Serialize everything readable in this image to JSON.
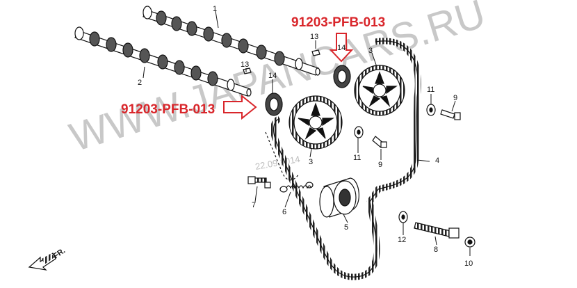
{
  "watermark": {
    "text": "WWW.JAPANCARS.RU",
    "date": "22.09.2014",
    "color": "#c8c8c8"
  },
  "callouts": [
    {
      "text": "91203-PFB-013",
      "color": "#d9262b"
    },
    {
      "text": "91203-PFB-013",
      "color": "#d9262b"
    }
  ],
  "arrow_labels": [
    "14",
    "14"
  ],
  "part_numbers": {
    "p1": "1",
    "p2": "2",
    "p3a": "3",
    "p3b": "3",
    "p4": "4",
    "p5": "5",
    "p6": "6",
    "p7": "7",
    "p8": "8",
    "p9a": "9",
    "p9b": "9",
    "p10": "10",
    "p11a": "11",
    "p11b": "11",
    "p12": "12",
    "p13a": "13",
    "p13b": "13"
  },
  "direction_label": "FR."
}
